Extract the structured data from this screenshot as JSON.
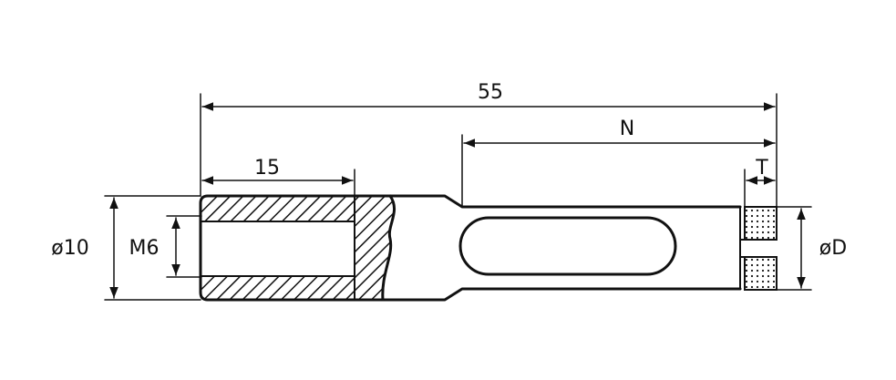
{
  "dimensions": {
    "overall_length": "55",
    "thread_depth": "15",
    "slot_length": "N",
    "tip_thickness": "T",
    "outer_diameter": "ø10",
    "thread": "M6",
    "tip_diameter": "øD"
  }
}
